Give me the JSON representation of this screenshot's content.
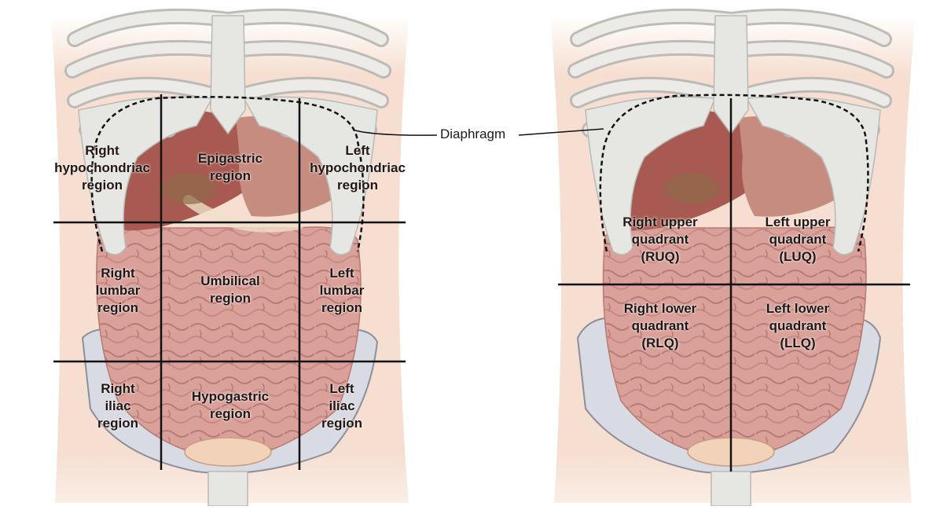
{
  "callout": {
    "diaphragm": "Diaphragm"
  },
  "left_panel": {
    "regions": [
      {
        "id": "right-hypochondriac",
        "text": "Right\nhypochondriac\nregion"
      },
      {
        "id": "epigastric",
        "text": "Epigastric\nregion"
      },
      {
        "id": "left-hypochondriac",
        "text": "Left\nhypochondriac\nregion"
      },
      {
        "id": "right-lumbar",
        "text": "Right\nlumbar\nregion"
      },
      {
        "id": "umbilical",
        "text": "Umbilical\nregion"
      },
      {
        "id": "left-lumbar",
        "text": "Left\nlumbar\nregion"
      },
      {
        "id": "right-iliac",
        "text": "Right\niliac\nregion"
      },
      {
        "id": "hypogastric",
        "text": "Hypogastric\nregion"
      },
      {
        "id": "left-iliac",
        "text": "Left\niliac\nregion"
      }
    ]
  },
  "right_panel": {
    "quadrants": [
      {
        "id": "ruq",
        "text": "Right upper\nquadrant\n(RUQ)"
      },
      {
        "id": "luq",
        "text": "Left upper\nquadrant\n(LUQ)"
      },
      {
        "id": "rlq",
        "text": "Right lower\nquadrant\n(RLQ)"
      },
      {
        "id": "llq",
        "text": "Left lower\nquadrant\n(LLQ)"
      }
    ]
  },
  "colors": {
    "skin": "#f6dfd1",
    "bone": "#e6e6e3",
    "bone_outline": "#b9b9b6",
    "intestine": "#d9a19a",
    "intestine_dark": "#b97a72",
    "liver": "#a85a52",
    "stomach": "#c78c80",
    "pelvis": "#d8dbe3",
    "lines": "#111111"
  }
}
